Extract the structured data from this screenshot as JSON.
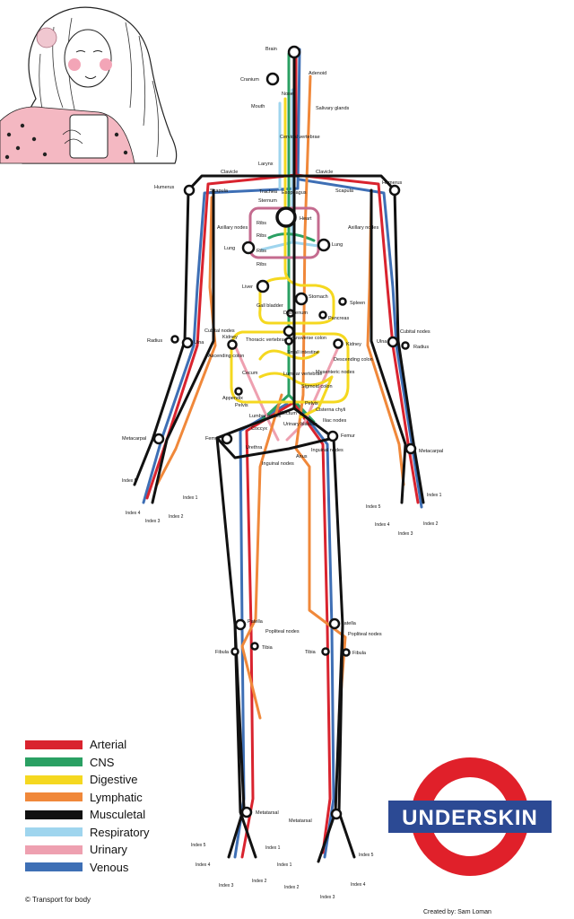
{
  "colors": {
    "arterial": "#d9232e",
    "cns": "#2aa063",
    "digestive": "#f5d820",
    "lymphatic": "#f0883a",
    "musculetal": "#111111",
    "respiratory": "#9fd5ee",
    "urinary": "#eea0b0",
    "venous": "#3e6fb5"
  },
  "legend": [
    {
      "key": "arterial",
      "label": "Arterial"
    },
    {
      "key": "cns",
      "label": "CNS"
    },
    {
      "key": "digestive",
      "label": "Digestive"
    },
    {
      "key": "lymphatic",
      "label": "Lymphatic"
    },
    {
      "key": "musculetal",
      "label": "Musculetal"
    },
    {
      "key": "respiratory",
      "label": "Respiratory"
    },
    {
      "key": "urinary",
      "label": "Urinary"
    },
    {
      "key": "venous",
      "label": "Venous"
    }
  ],
  "brand": {
    "name": "UNDERSKIN",
    "ring_color": "#e0202a",
    "bar_color": "#2c4a94"
  },
  "footer": {
    "copyright": "© Transport for body",
    "creator": "Created by: Sam Loman"
  },
  "labels": {
    "brain": "Brain",
    "adenoid": "Adenoid",
    "cranium": "Cranium",
    "nose": "Nose",
    "mouth": "Mouth",
    "salivary": "Salivary glands",
    "cervical": "Cervical vertebrae",
    "larynx": "Larynx",
    "clavicle_l": "Clavicle",
    "clavicle_r": "Clavicle",
    "humerus_l": "Humerus",
    "humerus_r": "Humerus",
    "scapula_l": "Scapula",
    "scapula_r": "Scapula",
    "trachea": "Trachea",
    "esophagus": "Esophagus",
    "sternum": "Sternum",
    "heart": "Heart",
    "ribs": "Ribs",
    "lung_l": "Lung",
    "lung_r": "Lung",
    "axillary_l": "Axillary nodes",
    "axillary_r": "Axillary nodes",
    "liver": "Liver",
    "stomach": "Stomach",
    "spleen": "Spleen",
    "gall": "Gall bladder",
    "duodenum": "Duodenum",
    "pancreas": "Pancreas",
    "cubital_l": "Cubital nodes",
    "cubital_r": "Cubital nodes",
    "radius_l": "Radius",
    "radius_r": "Radius",
    "ulna_l": "Ulna",
    "ulna_r": "Ulna",
    "kidney_l": "Kidney",
    "kidney_r": "Kidney",
    "thoracic": "Thoracic vertebrae",
    "transverse": "Transverse colon",
    "small_int": "Small intestine",
    "ascending": "Ascending colon",
    "descending": "Descending colon",
    "cecum": "Cecum",
    "lumbar": "Lumbar vertebrae",
    "mesenteric": "Mesenteric nodes",
    "appendix": "Appendix",
    "pelvis_l": "Pelvis",
    "pelvis_r": "Pelvis",
    "sigmoid": "Sigmoid colon",
    "rectum": "Rectum",
    "cisterna": "Cisterna chyli",
    "lumbar_nodes": "Lumbar nodes",
    "urinary_bladder": "Urinary bladder",
    "iliac": "Iliac nodes",
    "coccyx": "Coccyx",
    "femur_l": "Femur",
    "femur_r": "Femur",
    "urethra": "Urethra",
    "anus": "Anus",
    "inguinal_l": "Inguinal nodes",
    "inguinal_r": "Inguinal nodes",
    "metacarpal_l": "Metacarpal",
    "metacarpal_r": "Metacarpal",
    "index5_l": "Index 5",
    "index4_l": "Index 4",
    "index3_l": "Index 3",
    "index2_l": "Index 2",
    "index1_l": "Index 1",
    "index5_r": "Index 5",
    "index4_r": "Index 4",
    "index3_r": "Index 3",
    "index2_r": "Index 2",
    "index1_r": "Index 1",
    "patella_l": "Patella",
    "patella_r": "Patella",
    "popliteal_l": "Popliteal nodes",
    "popliteal_r": "Popliteal nodes",
    "fibula_l": "Fibula",
    "fibula_r": "Fibula",
    "tibia_l": "Tibia",
    "tibia_r": "Tibia",
    "metatarsal_l": "Metatarsal",
    "metatarsal_r": "Metatarsal",
    "findex5_l": "Index 5",
    "findex4_l": "Index 4",
    "findex3_l": "Index 3",
    "findex2_l": "Index 2",
    "findex1_l": "Index 1",
    "findex5_r": "Index 5",
    "findex4_r": "Index 4",
    "findex3_r": "Index 3",
    "findex2_r": "Index 2",
    "findex1_r": "Index 1"
  }
}
